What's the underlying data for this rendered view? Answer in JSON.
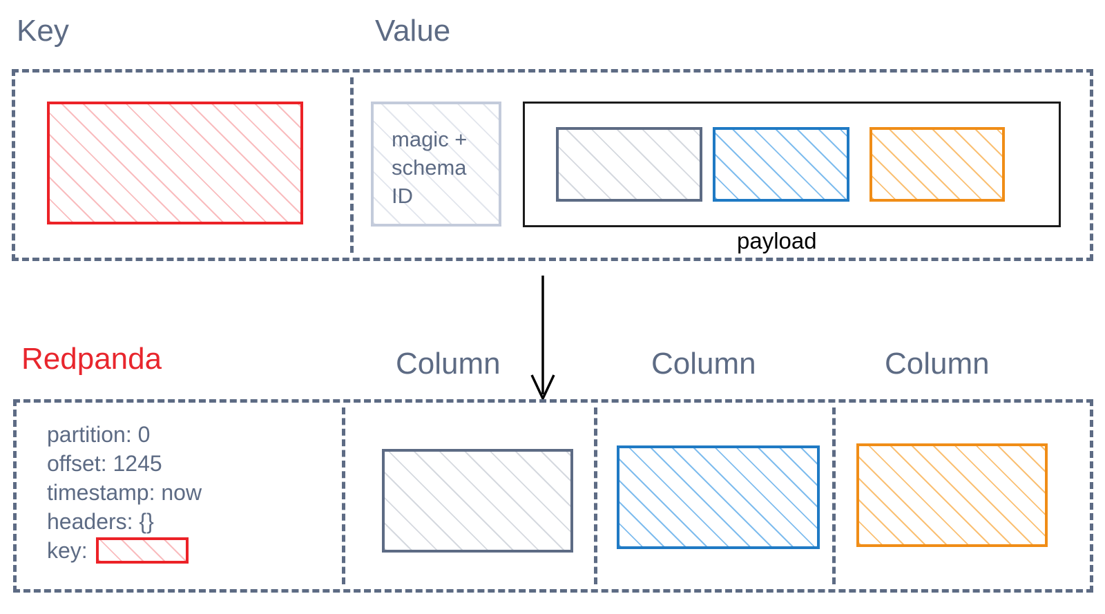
{
  "diagram": {
    "title_row": {
      "key_label": "Key",
      "value_label": "Value"
    },
    "top_record": {
      "key_section": {
        "label": "Key",
        "block_name": "key-bytes",
        "color": "#ec2227"
      },
      "value_section": {
        "label": "Value",
        "magic_schema_label": "magic +\nschema\nID",
        "magic_schema_line1": "magic +",
        "magic_schema_line2": "schema",
        "magic_schema_line3": "ID",
        "payload_label": "payload",
        "payload_color": "#1b1b1b",
        "payload_columns": [
          {
            "name": "column-1",
            "color": "#5d6b84"
          },
          {
            "name": "column-2",
            "color": "#1f7ac4"
          },
          {
            "name": "column-3",
            "color": "#f08d17"
          }
        ]
      }
    },
    "flow_arrow": {
      "name": "downward-arrow",
      "color": "#000000"
    },
    "bottom_record": {
      "source_label": "Redpanda",
      "source_label_color": "#e8262d",
      "column_labels": [
        "Column",
        "Column",
        "Column"
      ],
      "metadata": [
        {
          "field": "partition",
          "text": "partition: 0"
        },
        {
          "field": "offset",
          "text": "offset: 1245"
        },
        {
          "field": "timestamp",
          "text": "timestamp: now"
        },
        {
          "field": "headers",
          "text": "headers: {}"
        }
      ],
      "key_row_label": "key:",
      "key_row_swatch_color": "#ec2227",
      "columns": [
        {
          "name": "column-1",
          "color": "#5d6b84"
        },
        {
          "name": "column-2",
          "color": "#1f7ac4"
        },
        {
          "name": "column-3",
          "color": "#f08d17"
        }
      ]
    },
    "palette": {
      "slate": "#5d6b84",
      "red": "#ec2227",
      "blue": "#1f7ac4",
      "orange": "#f08d17",
      "light_gray": "#c3cbdb",
      "black": "#1b1b1b"
    }
  }
}
